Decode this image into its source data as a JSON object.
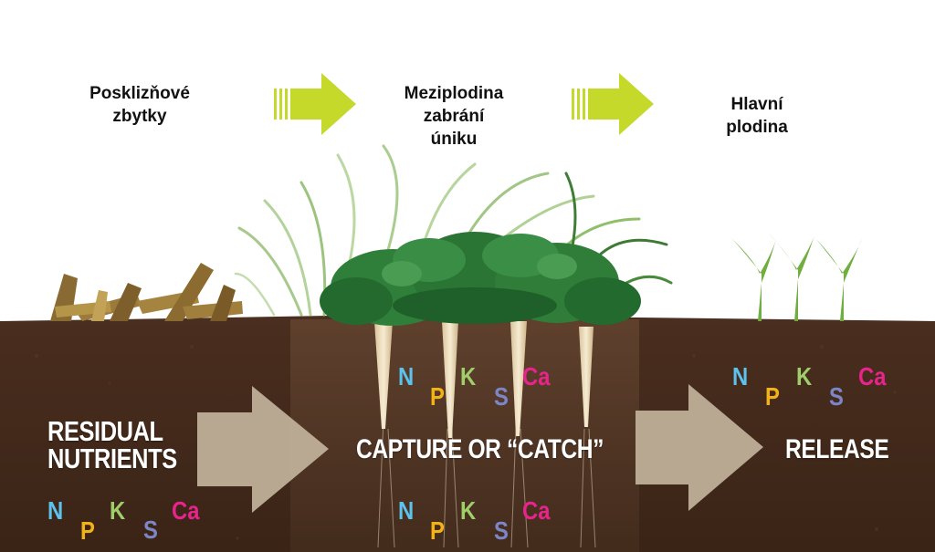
{
  "stages": {
    "residues": "Posklizňové\nzbytky",
    "cover_crop": "Meziplodina\nzabrání\núniku",
    "main_crop": "Hlavní\nplodina"
  },
  "flow": {
    "residual": "RESIDUAL\nNUTRIENTS",
    "capture": "CAPTURE OR “CATCH”",
    "release": "RELEASE"
  },
  "nutrients": {
    "n": "N",
    "p": "P",
    "k": "K",
    "s": "S",
    "ca": "Ca"
  },
  "colors": {
    "n": "#5cc3ee",
    "p": "#f3b216",
    "k": "#9fce6a",
    "s": "#7c86c6",
    "ca": "#e8238c",
    "stage_arrow": "#c4d92a",
    "flow_arrow": "#c2b39c",
    "soil": "#4a2e1e"
  }
}
